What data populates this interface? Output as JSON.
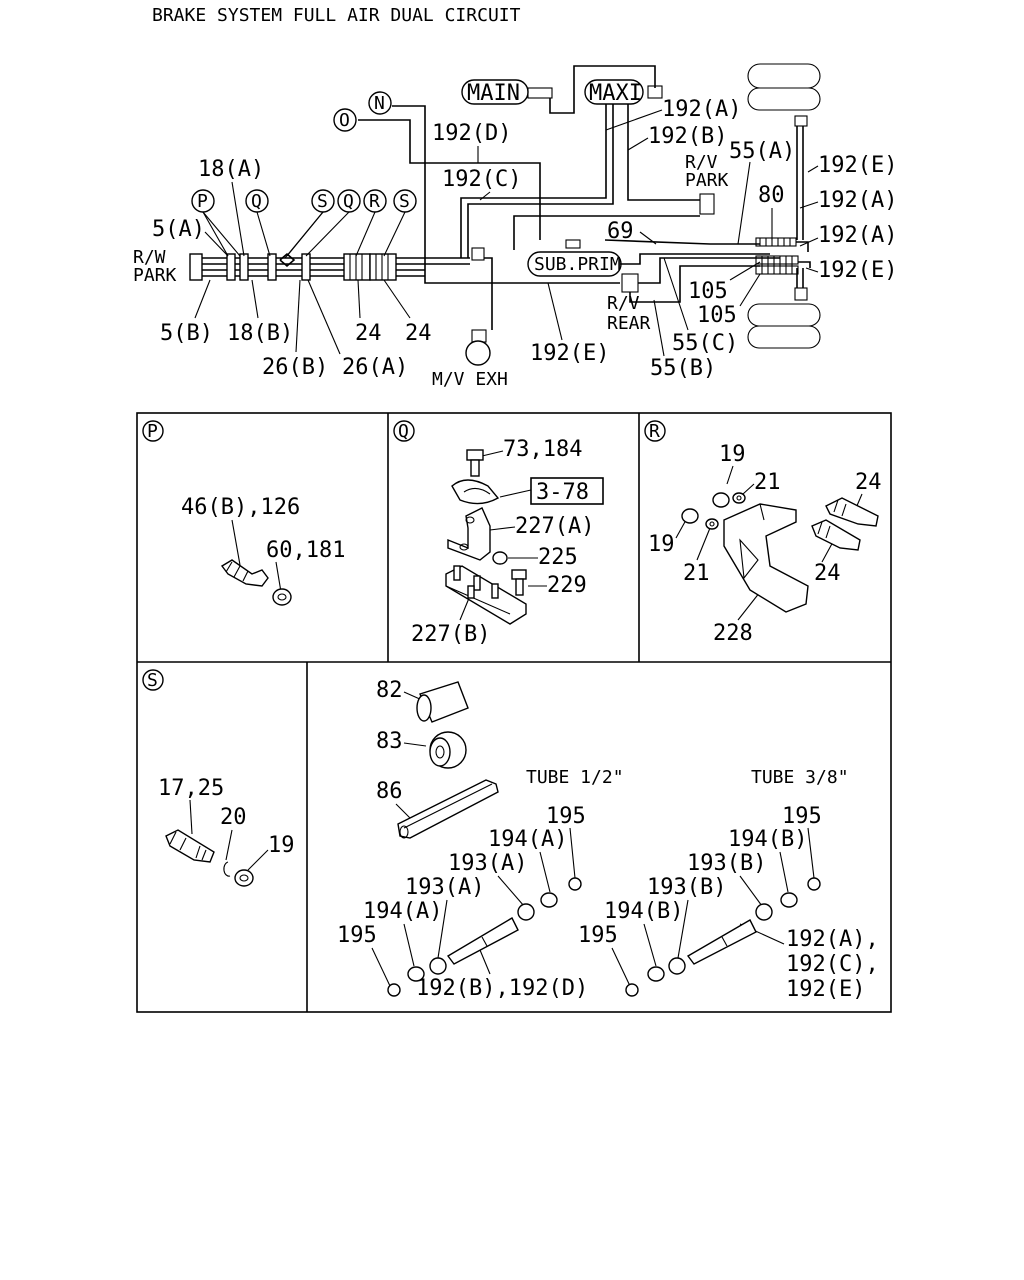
{
  "title": "BRAKE SYSTEM FULL AIR DUAL CIRCUIT",
  "main_diagram": {
    "valve_labels": {
      "main": "MAIN",
      "maxi": "MAXI",
      "sub_prim": "SUB.PRIM"
    },
    "callout_letters": {
      "p": "P",
      "q": "Q",
      "r": "R",
      "s": "S",
      "o": "O",
      "n": "N"
    },
    "text_labels": {
      "rw_park": [
        "R/W",
        "PARK"
      ],
      "rv_park": [
        "R/V",
        "PARK"
      ],
      "rv_rear": [
        "R/V",
        "REAR"
      ],
      "mv_exh": "M/V EXH"
    },
    "part_labels": {
      "p5a": "5(A)",
      "p5b": "5(B)",
      "p18a": "18(A)",
      "p18b": "18(B)",
      "p26b": "26(B)",
      "p26a": "26(A)",
      "p24_1": "24",
      "p24_2": "24",
      "p192d": "192(D)",
      "p192c": "192(C)",
      "p192a_top": "192(A)",
      "p192b_top": "192(B)",
      "p55a": "55(A)",
      "p80": "80",
      "p69": "69",
      "p192e_r1": "192(E)",
      "p192a_r1": "192(A)",
      "p192a_r2": "192(A)",
      "p192e_r2": "192(E)",
      "p105_1": "105",
      "p105_2": "105",
      "p55c": "55(C)",
      "p55b": "55(B)",
      "p192e_bot": "192(E)"
    }
  },
  "panels": {
    "p": {
      "letter": "P",
      "labels": {
        "l1": "46(B),126",
        "l2": "60,181"
      }
    },
    "q": {
      "letter": "Q",
      "labels": {
        "l1": "73,184",
        "ref": "3-78",
        "l2": "227(A)",
        "l3": "225",
        "l4": "229",
        "l5": "227(B)"
      }
    },
    "r": {
      "letter": "R",
      "labels": {
        "l19a": "19",
        "l21a": "21",
        "l24a": "24",
        "l19b": "19",
        "l21b": "21",
        "l24b": "24",
        "l228": "228"
      }
    },
    "s": {
      "letter": "S",
      "labels": {
        "l1": "17,25",
        "l2": "20",
        "l3": "19"
      }
    },
    "tubes": {
      "tube_half": "TUBE 1/2\"",
      "tube_38": "TUBE 3/8\"",
      "labels": {
        "l82": "82",
        "l83": "83",
        "l86": "86",
        "a195a": "195",
        "a194a": "194(A)",
        "a193a": "193(A)",
        "a193a2": "193(A)",
        "a194a2": "194(A)",
        "a195b": "195",
        "a192bd": "192(B),192(D)",
        "b195a": "195",
        "b194b": "194(B)",
        "b193b": "193(B)",
        "b193b2": "193(B)",
        "b194b2": "194(B)",
        "b195b": "195",
        "b192a": "192(A),",
        "b192c": "192(C),",
        "b192e": "192(E)"
      }
    }
  }
}
